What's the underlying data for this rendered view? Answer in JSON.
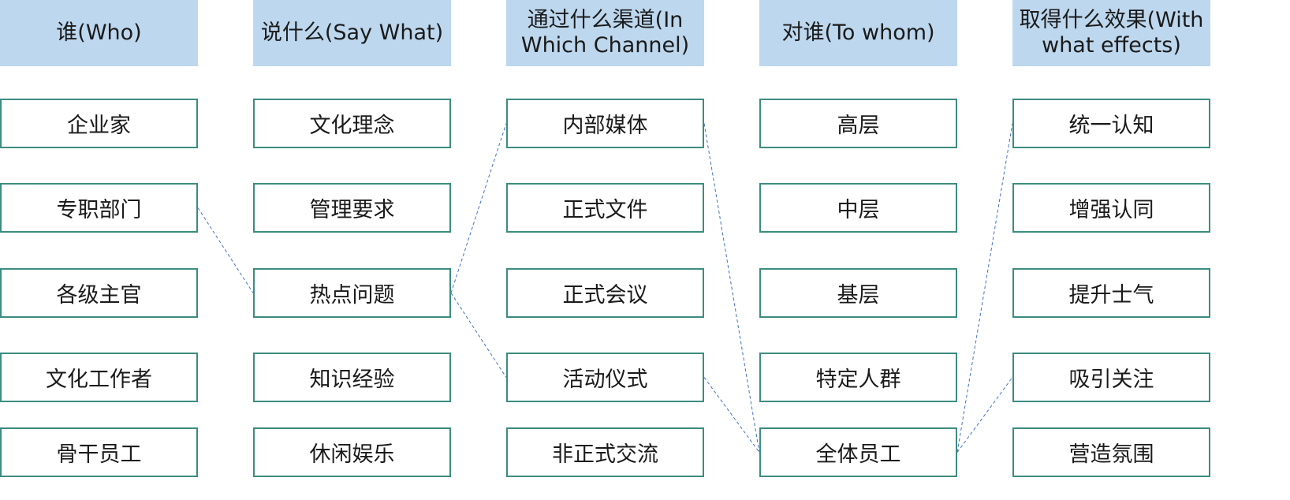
{
  "colors": {
    "header_fill": "#bdd7ee",
    "item_border": "#3c8c80",
    "connector": "#4472c4"
  },
  "columns": [
    {
      "header": "谁(Who)",
      "items": [
        "企业家",
        "专职部门",
        "各级主官",
        "文化工作者",
        "骨干员工"
      ]
    },
    {
      "header": "说什么(Say What)",
      "items": [
        "文化理念",
        "管理要求",
        "热点问题",
        "知识经验",
        "休闲娱乐"
      ]
    },
    {
      "header": "通过什么渠道(In Which Channel)",
      "items": [
        "内部媒体",
        "正式文件",
        "正式会议",
        "活动仪式",
        "非正式交流"
      ]
    },
    {
      "header": "对谁(To whom)",
      "items": [
        "高层",
        "中层",
        "基层",
        "特定人群",
        "全体员工"
      ]
    },
    {
      "header": "取得什么效果(With what effects)",
      "items": [
        "统一认知",
        "增强认同",
        "提升士气",
        "吸引关注",
        "营造氛围"
      ]
    }
  ],
  "connections": [
    {
      "from": [
        0,
        1
      ],
      "to": [
        1,
        2
      ]
    },
    {
      "from": [
        1,
        2
      ],
      "to": [
        2,
        0
      ]
    },
    {
      "from": [
        1,
        2
      ],
      "to": [
        2,
        3
      ]
    },
    {
      "from": [
        2,
        0
      ],
      "to": [
        3,
        4
      ]
    },
    {
      "from": [
        2,
        3
      ],
      "to": [
        3,
        4
      ]
    },
    {
      "from": [
        3,
        4
      ],
      "to": [
        4,
        0
      ]
    },
    {
      "from": [
        3,
        4
      ],
      "to": [
        4,
        3
      ]
    }
  ]
}
